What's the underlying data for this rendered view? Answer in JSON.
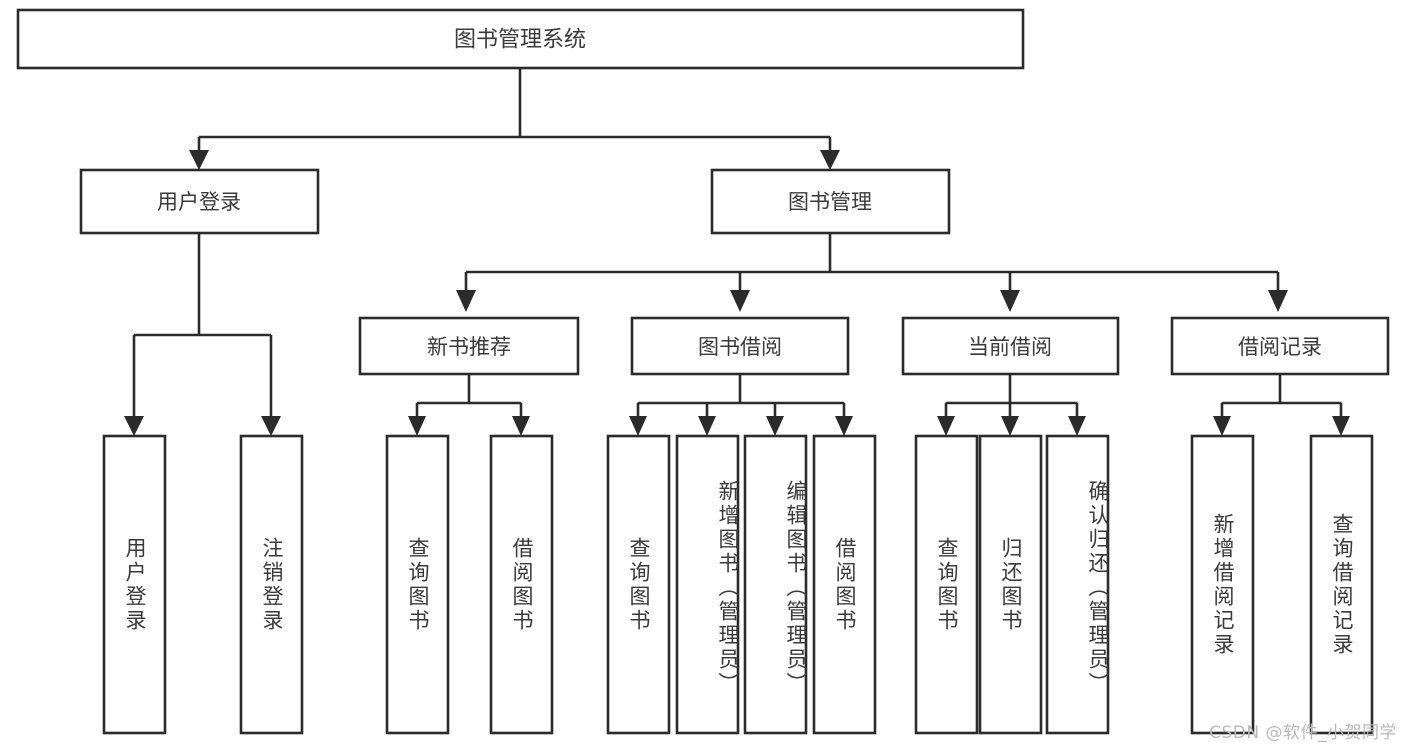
{
  "diagram": {
    "type": "tree-hierarchy",
    "title": "图书管理系统",
    "watermark": "CSDN @软件_小贺同学",
    "colors": {
      "box_stroke": "#2b2b2b",
      "box_fill": "#ffffff",
      "text": "#3a3a3a",
      "connector": "#2b2b2b",
      "watermark": "#b9b9b9",
      "background": "#ffffff"
    },
    "root": {
      "label": "图书管理系统"
    },
    "level1": [
      {
        "label": "用户登录"
      },
      {
        "label": "图书管理"
      }
    ],
    "level2": [
      {
        "label": "新书推荐",
        "parent": "图书管理"
      },
      {
        "label": "图书借阅",
        "parent": "图书管理"
      },
      {
        "label": "当前借阅",
        "parent": "图书管理"
      },
      {
        "label": "借阅记录",
        "parent": "图书管理"
      }
    ],
    "leaves": {
      "用户登录": [
        {
          "label": "用户登录"
        },
        {
          "label": "注销登录"
        }
      ],
      "新书推荐": [
        {
          "label": "查询图书"
        },
        {
          "label": "借阅图书"
        }
      ],
      "图书借阅": [
        {
          "label": "查询图书"
        },
        {
          "label": "新增图书（管理员）"
        },
        {
          "label": "编辑图书（管理员）"
        },
        {
          "label": "借阅图书"
        }
      ],
      "当前借阅": [
        {
          "label": "查询图书"
        },
        {
          "label": "归还图书"
        },
        {
          "label": "确认归还（管理员）"
        }
      ],
      "借阅记录": [
        {
          "label": "新增借阅记录"
        },
        {
          "label": "查询借阅记录"
        }
      ]
    },
    "labels": {
      "root": "图书管理系统",
      "l1_0": "用户登录",
      "l1_1": "图书管理",
      "l2_0": "新书推荐",
      "l2_1": "图书借阅",
      "l2_2": "当前借阅",
      "l2_3": "借阅记录",
      "leaf_a0": "用户登录",
      "leaf_a1": "注销登录",
      "leaf_b0": "查询图书",
      "leaf_b1": "借阅图书",
      "leaf_c0": "查询图书",
      "leaf_c1": "新增图书（管理员）",
      "leaf_c2": "编辑图书（管理员）",
      "leaf_c3": "借阅图书",
      "leaf_d0": "查询图书",
      "leaf_d1": "归还图书",
      "leaf_d2": "确认归还（管理员）",
      "leaf_e0": "新增借阅记录",
      "leaf_e1": "查询借阅记录"
    }
  }
}
